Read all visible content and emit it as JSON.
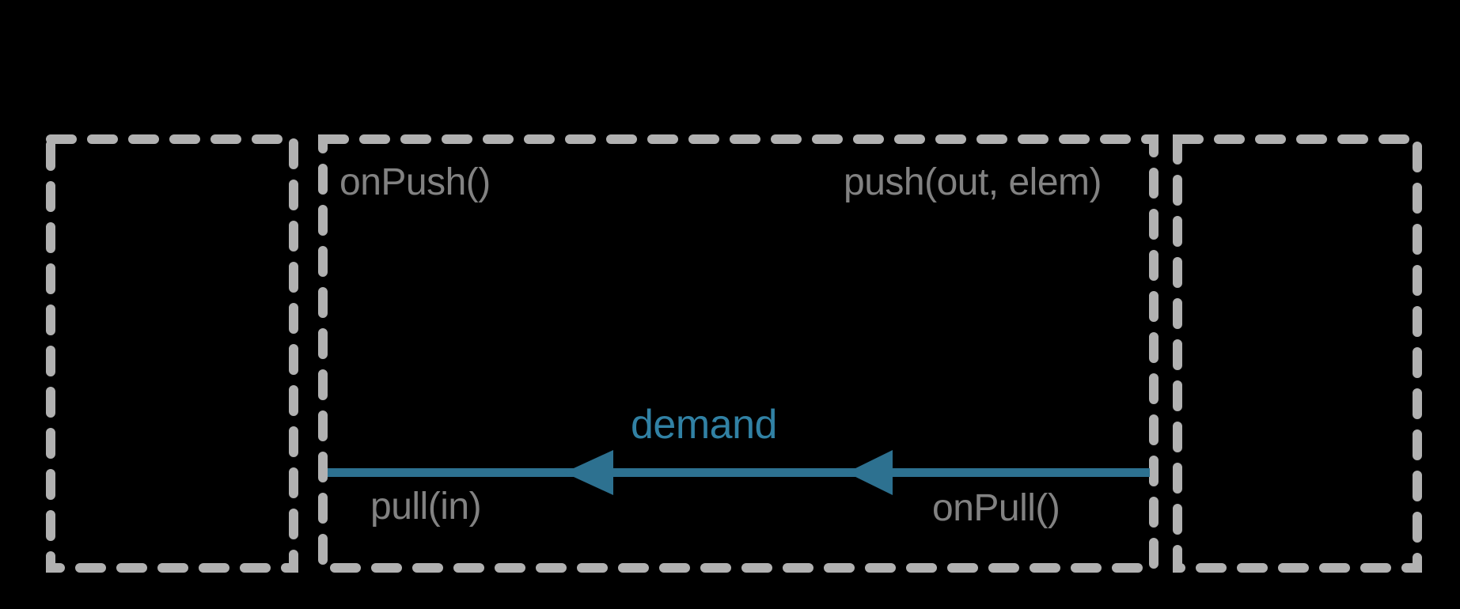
{
  "diagram": {
    "description": "Dashed-box stream stage diagram showing demand flowing upstream (right to left)",
    "boxes": {
      "upstream": "",
      "stage": "",
      "downstream": ""
    },
    "stage_labels": {
      "top_left": "onPush()",
      "top_right": "push(out, elem)",
      "bottom_left": "pull(in)",
      "bottom_right": "onPull()"
    },
    "arrow": {
      "label": "demand",
      "direction": "right-to-left"
    }
  },
  "colors": {
    "background": "#000000",
    "dash-gray": "#b1b1b1",
    "label-gray": "#828282",
    "arrow-teal": "#2d7190",
    "demand-teal": "#3181a4"
  }
}
